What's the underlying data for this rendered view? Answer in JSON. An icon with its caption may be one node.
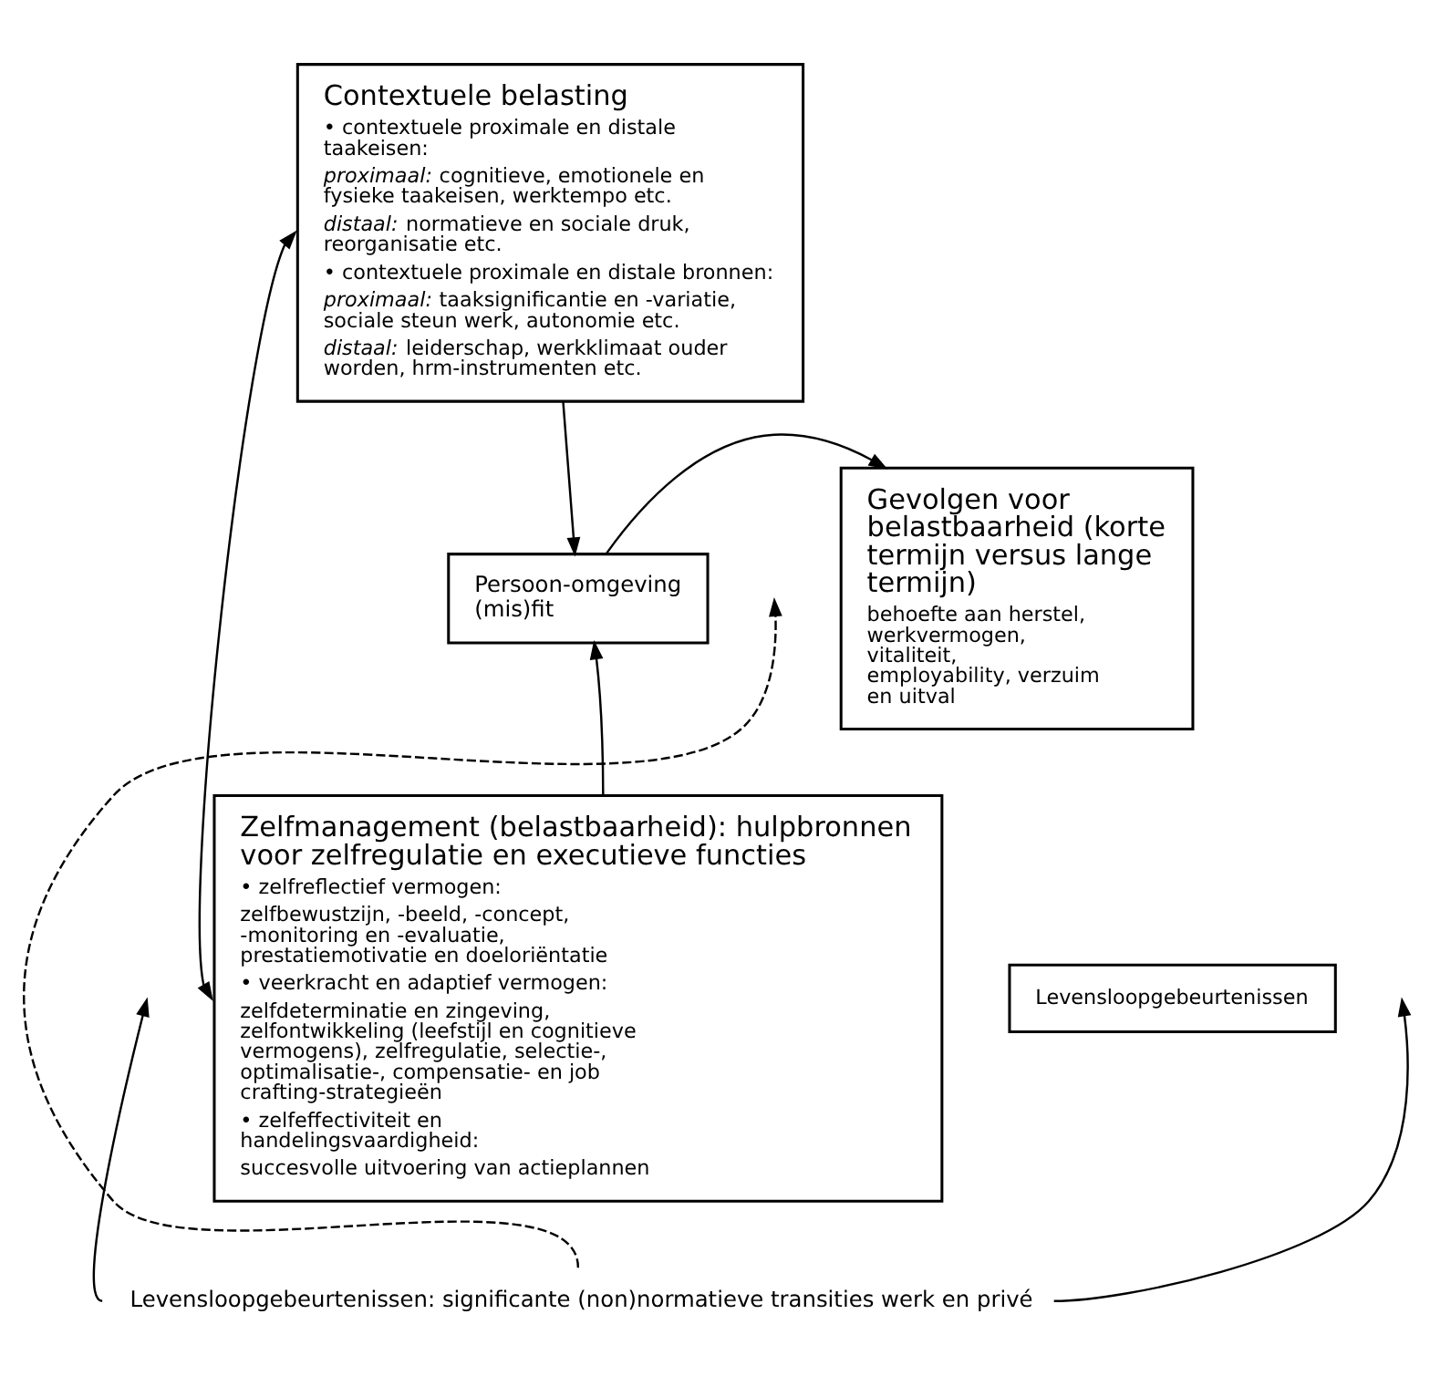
{
  "diagram": {
    "nodes": [
      {
        "text": [
          "Contextuele belasting",
          "• contextuele proximale en distale taakeisen:",
          "*proximaal:* cognitieve, emotionele en fysieke taakeisen, werktempo etc.",
          "*distaal:* normatieve en sociale druk, reorganisatie etc.",
          "• contextuele proximale en distale bronnen:",
          "*proximaal:* taaksignificantie en -variatie, sociale steun werk, autonomie etc.",
          "*distaal:* leiderschap, werkklimaat ouder worden, hrm-instrumenten etc."
        ]
      },
      {
        "text": [
          "Persoon-omgeving (mis)fit"
        ]
      },
      {
        "text": [
          "Gevolgen voor belastbaarheid (korte termijn versus lange termijn)",
          "behoefte aan herstel, werkvermogen, vitaliteit, employability, verzuim en uitval"
        ]
      },
      {
        "text": [
          "Zelfmanagement (belastbaarheid): hulpbronnen voor zelfregulatie en executieve functies",
          "• zelfreflectief vermogen:",
          "zelfbewustzijn, -beeld, -concept, -monitoring en -evaluatie, prestatiemotivatie en doeloriëntatie",
          "• veerkracht en adaptief vermogen:",
          "zelfdeterminatie en zingeving, zelfontwikkeling (leefstijl en cognitieve vermogens), zelfregulatie, selectie-, optimalisatie-, compensatie- en job crafting-strategieën",
          "• zelfeffectiviteit en handelingsvaardigheid:",
          "succesvolle uitvoering van actieplannen"
        ]
      },
      {
        "text": [
          "Levensloopgebeurtenissen"
        ]
      },
      {
        "text": [
          "Levensloopgebeurtenissen: significante (non)normatieve transities werk en privé"
        ]
      }
    ],
    "edges": [
      {
        "from": 0,
        "to": 1,
        "arrow": "to"
      },
      {
        "from": 3,
        "to": 1,
        "arrow": "to"
      },
      {
        "from": 3,
        "to": 0,
        "arrow": "both"
      },
      {
        "from": 1,
        "to": 2,
        "arrow": "to"
      },
      {
        "from": 5,
        "to": null,
        "arrow": "to",
        "style": "dashed"
      },
      {
        "from": 5,
        "to": null,
        "arrow": "to"
      },
      {
        "from": 5,
        "to": null,
        "arrow": "to"
      }
    ]
  }
}
